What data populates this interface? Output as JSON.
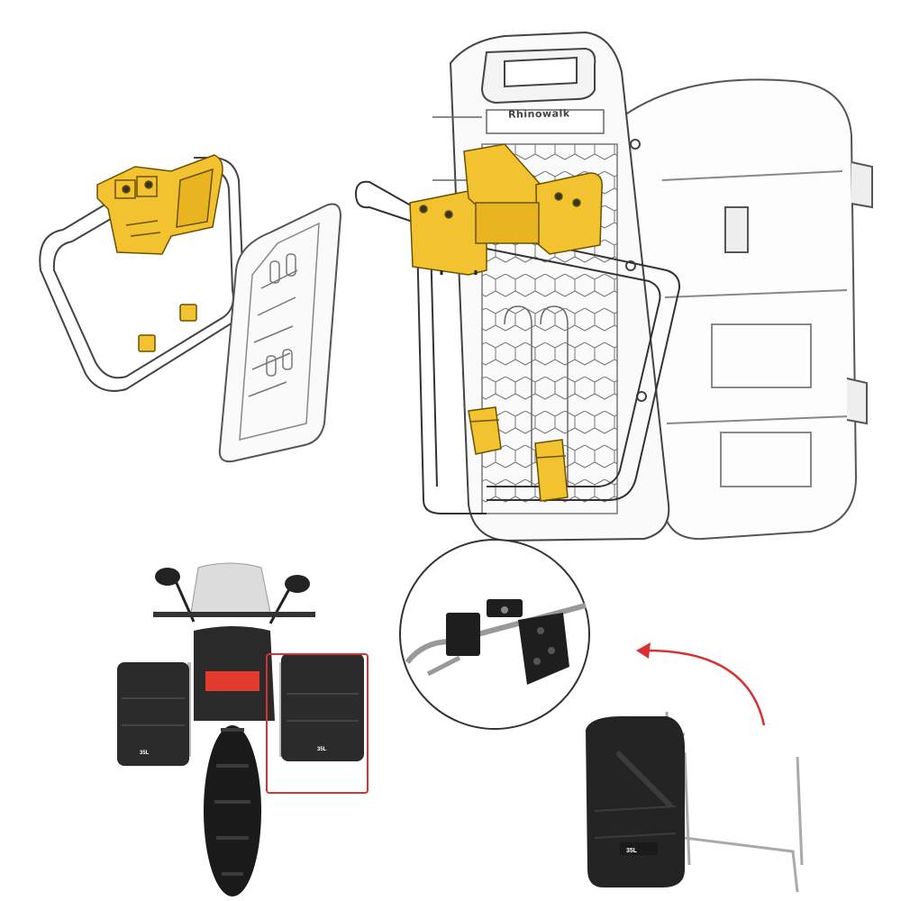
{
  "brand_mark": "Rhinowalk",
  "bag_capacity_left": "35L",
  "bag_capacity_right": "35L",
  "bag_capacity_photo": "35L",
  "colors": {
    "highlight": "#f2c230",
    "line_art": "#3a3a3a",
    "callout": "#d73232",
    "bag": "#2b2b2b",
    "background": "#ffffff"
  },
  "icons": [
    "mount-bracket",
    "rack-plate",
    "tube-clamp",
    "curved-arrow"
  ]
}
